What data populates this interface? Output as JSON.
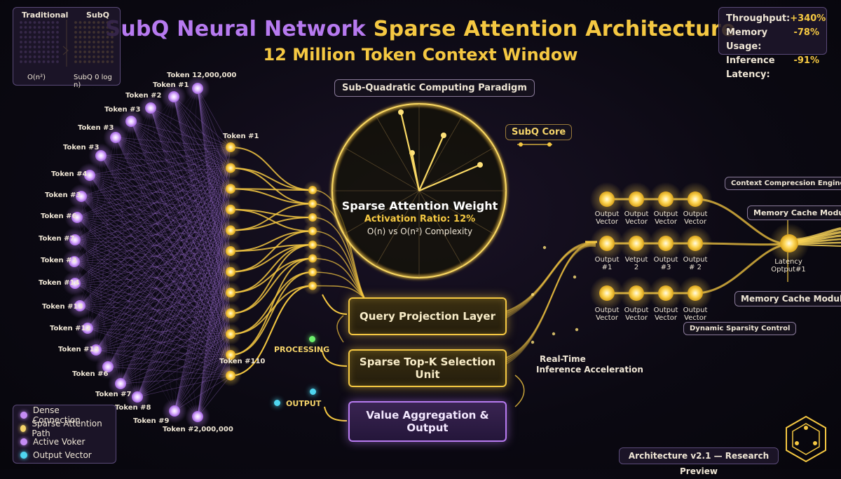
{
  "title": {
    "part1": "SubQ Neural Network",
    "part2": "Sparse Attention Architecture",
    "subtitle": "12 Million Token Context Window"
  },
  "comparison_box": {
    "left_label": "Traditional",
    "right_label": "SubQ",
    "left_caption": "O(n²)",
    "right_caption": "SubQ 0 log n)"
  },
  "stats": [
    {
      "label": "Throughput:",
      "value": "+340%"
    },
    {
      "label": "Memory Usage:",
      "value": "-78%"
    },
    {
      "label": "Inference Latency:",
      "value": "-91%"
    }
  ],
  "paradigm_label": "Sub-Quadratic Computing Paradigm",
  "subq_core_label": "SubQ Core",
  "attention_circle": {
    "title": "Sparse Attention Weight",
    "ratio": "Activation Ratio: 12%",
    "complexity": "O(n) vs O(n²) Complexity"
  },
  "input_tokens": [
    "Token 12,000,000",
    "Token #1",
    "Token #2",
    "Token #3",
    "Token #3",
    "Token #3",
    "Token #4",
    "Token #3",
    "Token #6",
    "Token #7",
    "Token #3",
    "Token #14",
    "Token #13",
    "Token #12",
    "Token #13",
    "Token #6",
    "Token #7",
    "Token #8",
    "Token #9",
    "Token #2,000,000"
  ],
  "mid_token_top": "Token #1",
  "mid_token_bottom": "Token #110",
  "layers": {
    "query": "Query Projection Layer",
    "topk": "Sparse Top-K Selection Unit",
    "value": "Value Aggregation & Output"
  },
  "side_labels": {
    "processing": "PROCESSING",
    "output": "OUTPUT",
    "realtime_1": "Real-Time",
    "realtime_2": "Inference Acceleration"
  },
  "output_grid": {
    "row1": [
      "Output\nVector",
      "Output\nVector",
      "Output\nVector",
      "Output\nVector"
    ],
    "row2": [
      "Output\n#1",
      "Vetput\n2",
      "Output\n#3",
      "Output\n# 2"
    ],
    "row3": [
      "Output\nVector",
      "Output\nVector",
      "Output\nVector",
      "Output\nVector"
    ]
  },
  "right_modules": {
    "context_engine": "Context Comprecsion Engine",
    "memory_cache_top": "Memory Cache Module",
    "memory_cache_bottom": "Memory Cache Module",
    "dynamic_sparsity": "Dynamic Sparsity Control",
    "latency": "Latency\nOptput#1"
  },
  "legend": [
    {
      "label": "Dense Connection",
      "color": "#c58cf5"
    },
    {
      "label": "Sparse Attention Path",
      "color": "#f5d46a"
    },
    {
      "label": "Active Voker",
      "color": "#c58cf5"
    },
    {
      "label": "Output Vector",
      "color": "#4fd6f0"
    }
  ],
  "version": "Architecture v2.1 — Research Preview",
  "colors": {
    "purple": "#b77af0",
    "gold": "#f5c842",
    "cyan": "#4fd6f0",
    "green": "#6cf06c"
  }
}
